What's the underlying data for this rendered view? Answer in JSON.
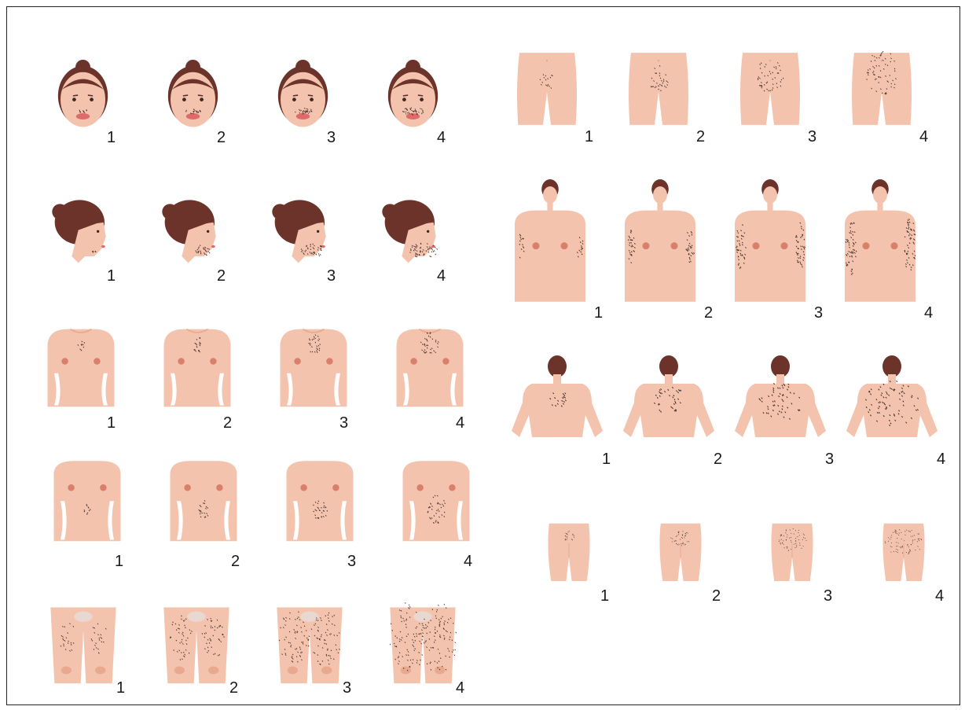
{
  "colors": {
    "skin": "#f4c3ad",
    "skin_shadow": "#e9a98f",
    "hair": "#6b3329",
    "dot": "#3a2a26",
    "lip": "#e06a6a",
    "nipple": "#d9806a"
  },
  "grades": [
    "1",
    "2",
    "3",
    "4"
  ],
  "panels": [
    {
      "region": "upper-lip-front",
      "labels": [
        "1",
        "2",
        "3",
        "4"
      ]
    },
    {
      "region": "chin-profile",
      "labels": [
        "1",
        "2",
        "3",
        "4"
      ]
    },
    {
      "region": "chest",
      "labels": [
        "1",
        "2",
        "3",
        "4"
      ]
    },
    {
      "region": "upper-abdomen",
      "labels": [
        "1",
        "2",
        "3",
        "4"
      ]
    },
    {
      "region": "thighs",
      "labels": [
        "1",
        "2",
        "3",
        "4"
      ]
    },
    {
      "region": "lower-abdomen",
      "labels": [
        "1",
        "2",
        "3",
        "4"
      ]
    },
    {
      "region": "upper-arms",
      "labels": [
        "1",
        "2",
        "3",
        "4"
      ]
    },
    {
      "region": "upper-back",
      "labels": [
        "1",
        "2",
        "3",
        "4"
      ]
    },
    {
      "region": "lower-back-buttocks",
      "labels": [
        "1",
        "2",
        "3",
        "4"
      ]
    }
  ]
}
